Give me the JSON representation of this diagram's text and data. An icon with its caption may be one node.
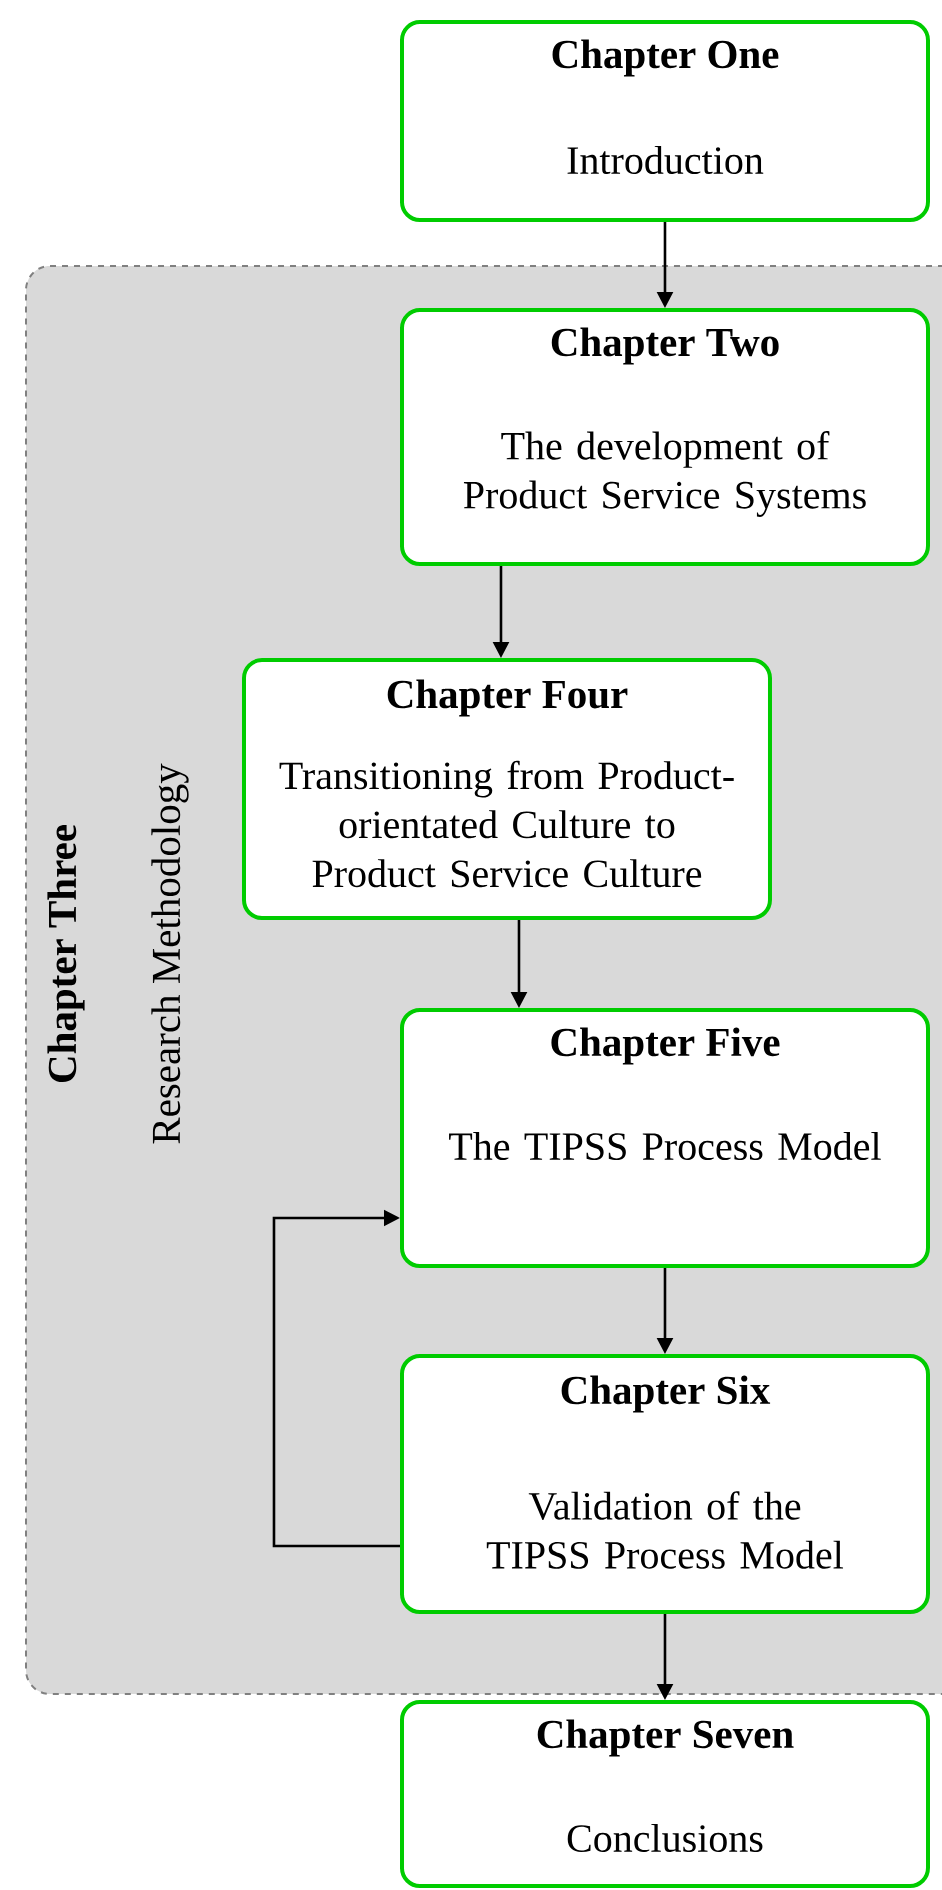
{
  "diagram": {
    "nodes": [
      {
        "text": [
          "Chapter One",
          "Introduction"
        ]
      },
      {
        "text": [
          "Chapter Three",
          "Research Methodology"
        ]
      },
      {
        "text": [
          "Chapter Two",
          "The development of Product Service Systems"
        ],
        "in": 1
      },
      {
        "text": [
          "Chapter Four",
          "Transitioning from Product-orientated Culture to Product Service Culture"
        ],
        "in": 1
      },
      {
        "text": [
          "Chapter Five",
          "The TIPSS Process Model"
        ],
        "in": 1
      },
      {
        "text": [
          "Chapter Six",
          "Validation of the TIPSS Process Model"
        ],
        "in": 1
      },
      {
        "text": [
          "Chapter Seven",
          "Conclusions"
        ]
      }
    ],
    "edges": [
      {
        "from": 0,
        "to": 2,
        "arrow": "to"
      },
      {
        "from": 2,
        "to": 3,
        "arrow": "to"
      },
      {
        "from": 3,
        "to": 4,
        "arrow": "to"
      },
      {
        "from": 4,
        "to": 5,
        "arrow": "to"
      },
      {
        "from": 5,
        "to": 4,
        "arrow": "to"
      },
      {
        "from": 5,
        "to": 6,
        "arrow": "to"
      }
    ]
  }
}
